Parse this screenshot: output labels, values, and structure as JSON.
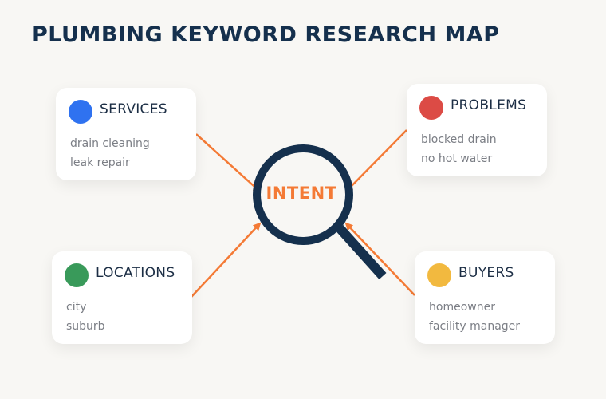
{
  "title": "PLUMBING KEYWORD RESEARCH MAP",
  "center_label": "INTENT",
  "colors": {
    "title": "#15304d",
    "arrow": "#f47a35",
    "magnifier": "#15304d",
    "services": "#2f72f0",
    "problems": "#dc4b45",
    "locations": "#399a5a",
    "buyers": "#f2b93f"
  },
  "cards": {
    "services": {
      "title": "SERVICES",
      "items": [
        "drain cleaning",
        "leak repair"
      ]
    },
    "problems": {
      "title": "PROBLEMS",
      "items": [
        "blocked drain",
        "no hot water"
      ]
    },
    "locations": {
      "title": "LOCATIONS",
      "items": [
        "city",
        "suburb"
      ]
    },
    "buyers": {
      "title": "BUYERS",
      "items": [
        "homeowner",
        "facility manager"
      ]
    }
  },
  "icons": {
    "center": "magnifying-glass-icon"
  }
}
